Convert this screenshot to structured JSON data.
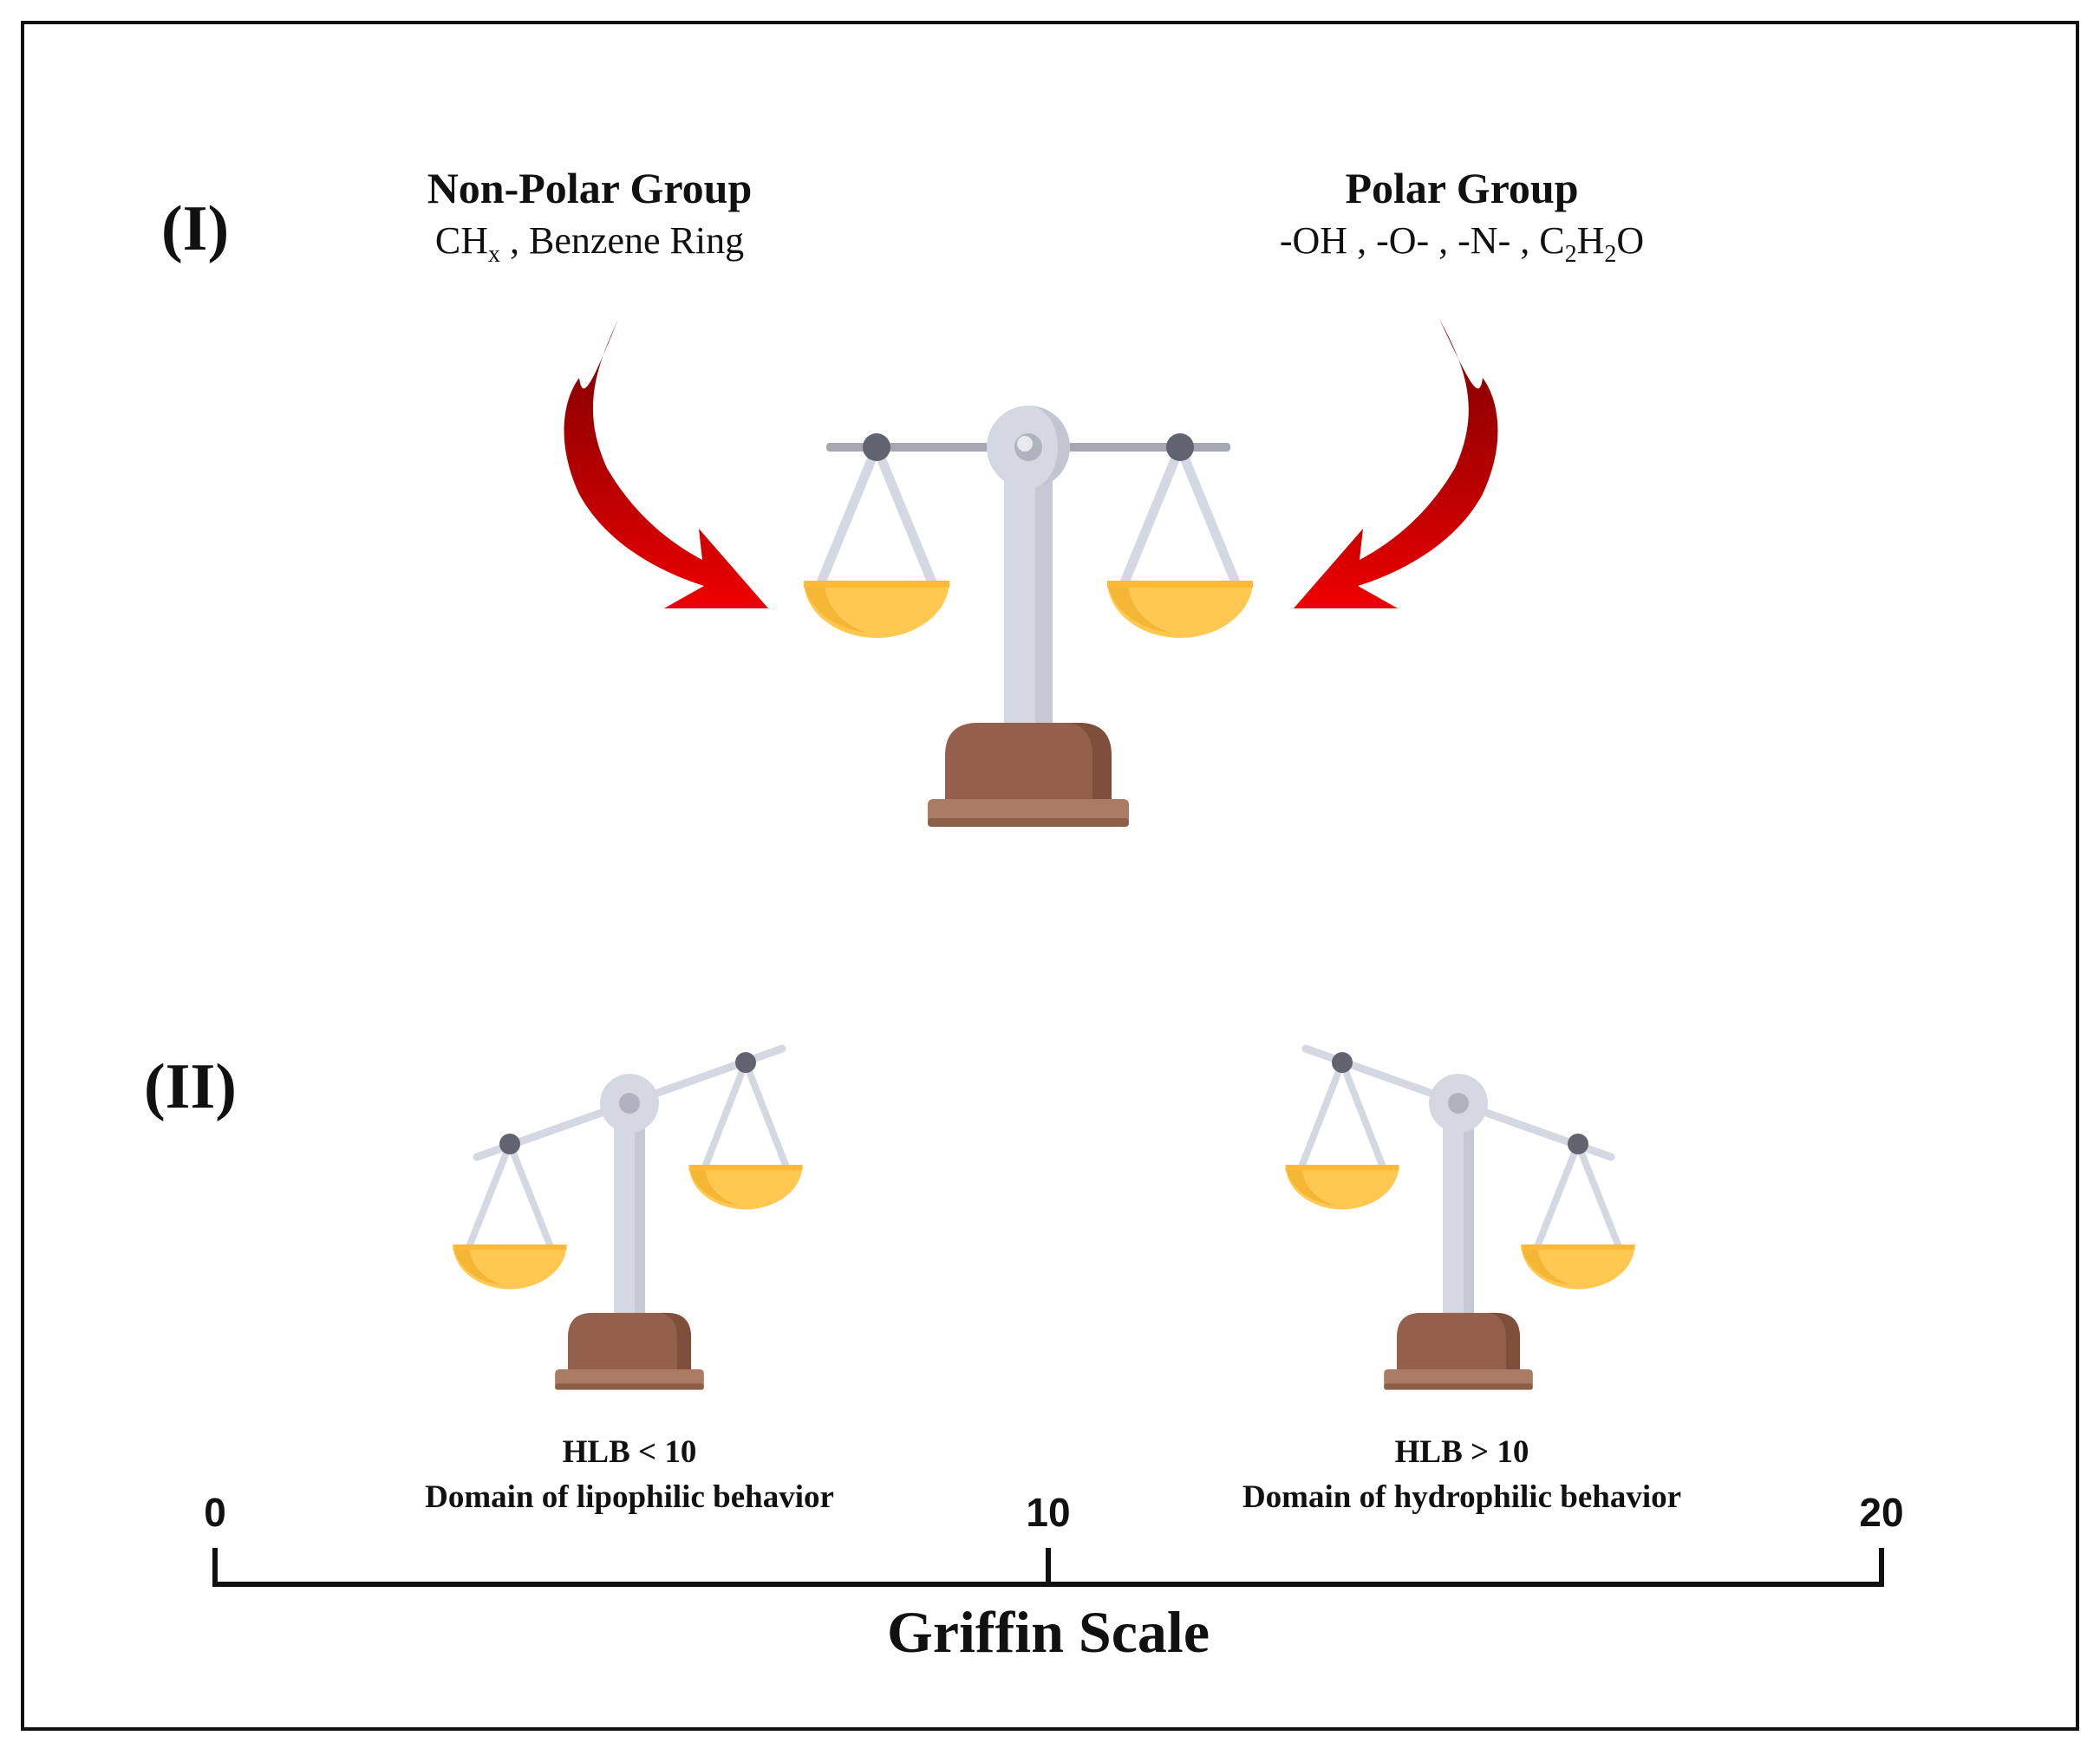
{
  "section_one": {
    "label": "(I)",
    "non_polar": {
      "title": "Non-Polar Group",
      "formula_main": "CH",
      "formula_sub": "x",
      "formula_rest": ", Benzene Ring"
    },
    "polar": {
      "title": "Polar Group",
      "p1": "-OH , -O- , -N- , C",
      "s1": "2",
      "p2": "H",
      "s2": "2",
      "p3": "O"
    }
  },
  "section_two": {
    "label": "(II)",
    "left": {
      "line1": "HLB < 10",
      "line2": "Domain of lipophilic behavior"
    },
    "right": {
      "line1": "HLB > 10",
      "line2": "Domain of hydrophilic behavior"
    }
  },
  "scale": {
    "title": "Griffin Scale",
    "ticks": [
      "0",
      "10",
      "20"
    ]
  },
  "colors": {
    "arrow_red": "#d40000",
    "arrow_dark": "#8a0000",
    "pan_yellow": "#ffc850",
    "pan_shade": "#f5b535",
    "stand_grey": "#d4d8e2",
    "base_brown": "#94604b",
    "base_light": "#ab7c63",
    "pivot_dark": "#5f6470"
  }
}
